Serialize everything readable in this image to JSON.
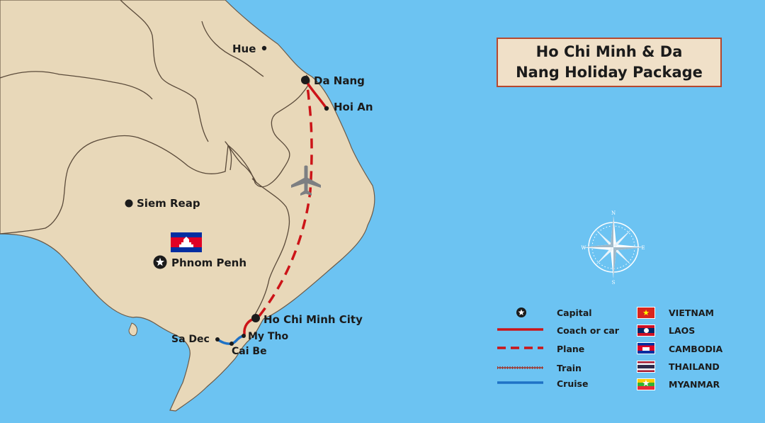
{
  "title": {
    "line1": "Ho Chi Minh & Da",
    "line2": "Nang Holiday Package"
  },
  "places": {
    "hue": "Hue",
    "da_nang": "Da Nang",
    "hoi_an": "Hoi An",
    "siem_reap": "Siem Reap",
    "phnom_penh": "Phnom Penh",
    "ho_chi_minh_city": "Ho Chi Minh City",
    "sa_dec": "Sa Dec",
    "my_tho": "My Tho",
    "cai_be": "Cai Be"
  },
  "compass": {
    "n": "N",
    "e": "E",
    "s": "S",
    "w": "W"
  },
  "legend": {
    "capital": "Capital",
    "coach": "Coach or car",
    "plane": "Plane",
    "train": "Train",
    "cruise": "Cruise"
  },
  "countries": {
    "vietnam": "VIETNAM",
    "laos": "LAOS",
    "cambodia": "CAMBODIA",
    "thailand": "THAILAND",
    "myanmar": "MYANMAR"
  },
  "colors": {
    "sea": "#6cc3f2",
    "land": "#e8d8b9",
    "border": "#5a4a3a",
    "coach": "#cc1418",
    "plane": "#cc1418",
    "train": "#a0352a",
    "cruise": "#1f72c6",
    "title_border": "#b5482f"
  },
  "icons": {
    "capital": "star-in-circle-icon",
    "plane": "airplane-icon",
    "compass": "compass-rose-icon"
  }
}
